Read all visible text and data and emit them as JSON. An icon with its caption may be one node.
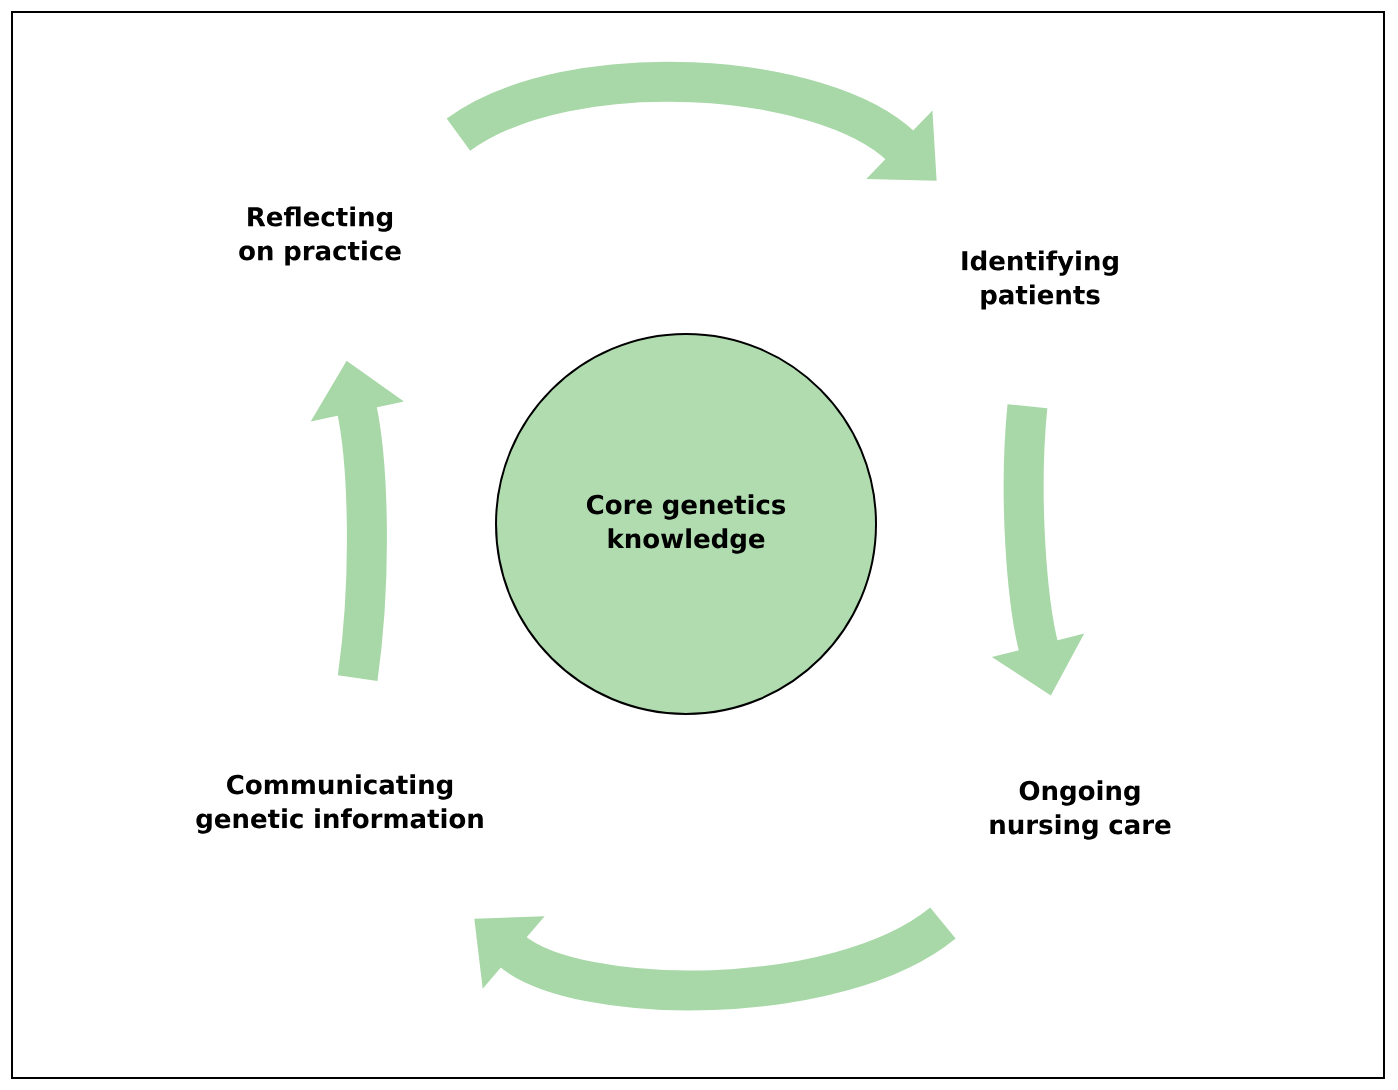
{
  "diagram": {
    "nodes": [
      {
        "text": [
          "Reflecting on practice"
        ]
      },
      {
        "text": [
          "Identifying patients"
        ]
      },
      {
        "text": [
          "Ongoing nursing care"
        ]
      },
      {
        "text": [
          "Communicating genetic information"
        ]
      },
      {
        "text": [
          "Core genetics knowledge"
        ]
      }
    ],
    "edges": [
      {
        "from": 0,
        "to": 1,
        "arrow": "to"
      },
      {
        "from": 1,
        "to": 2,
        "arrow": "to"
      },
      {
        "from": 2,
        "to": 3,
        "arrow": "to"
      },
      {
        "from": 3,
        "to": 0,
        "arrow": "to"
      }
    ]
  }
}
